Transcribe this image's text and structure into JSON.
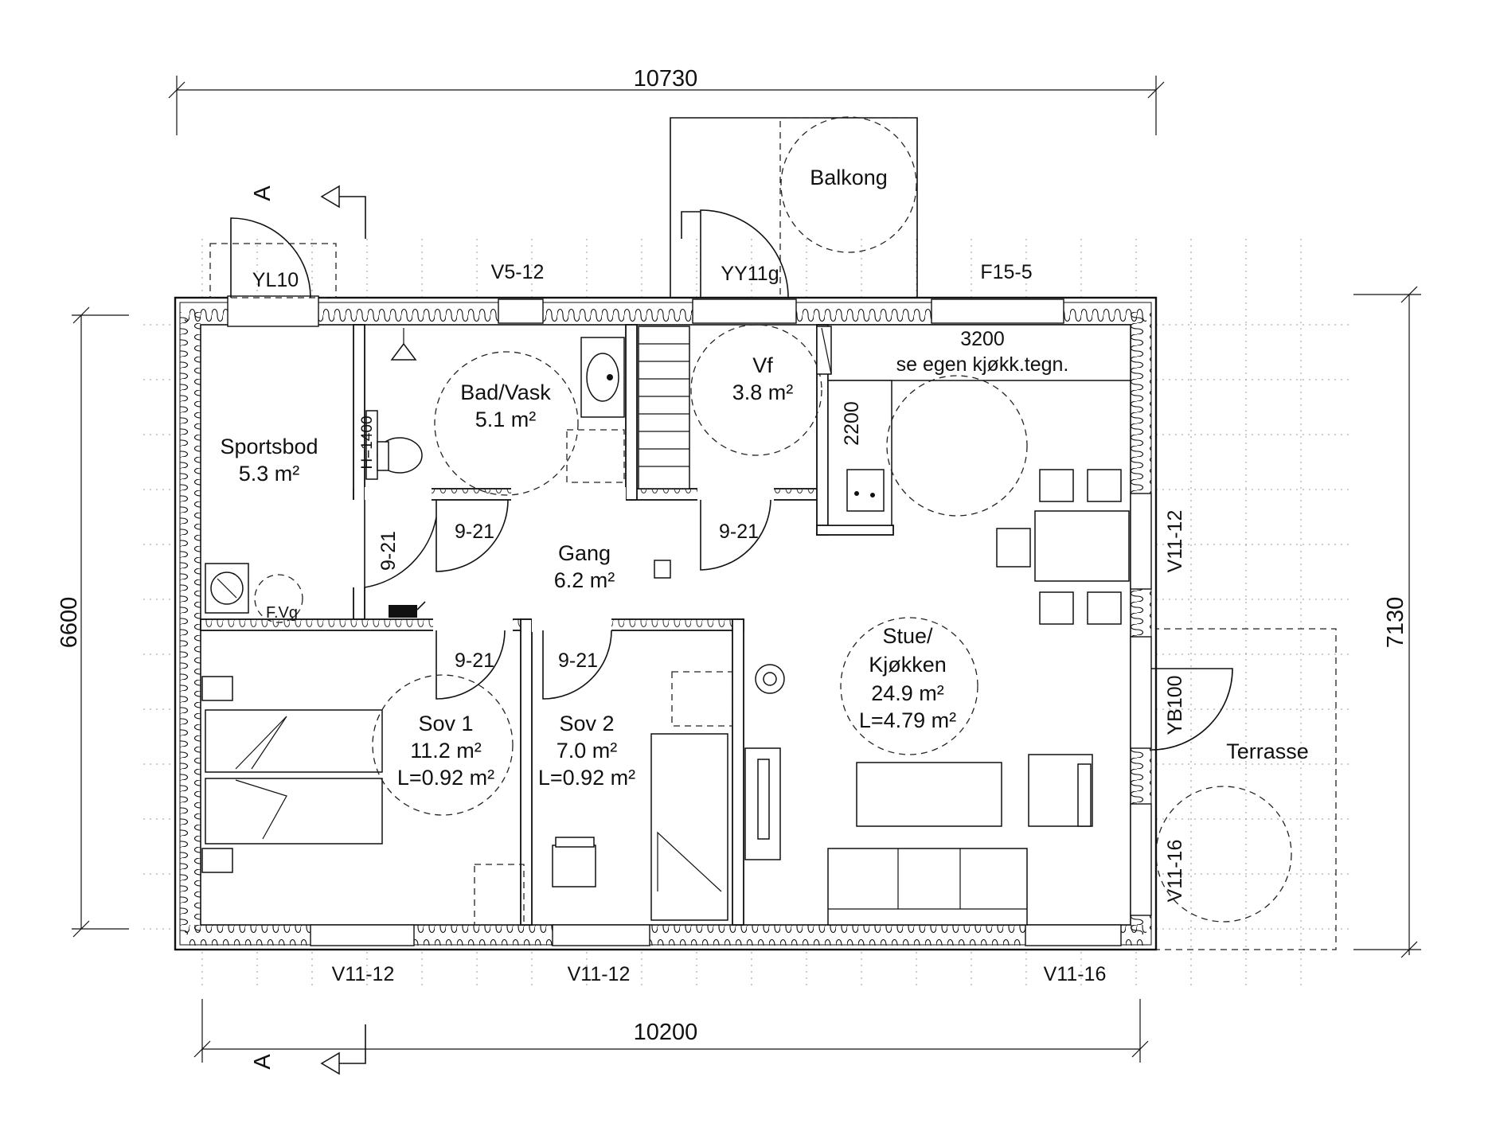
{
  "dimensions": {
    "top": "10730",
    "bottom": "10200",
    "left": "6600",
    "right": "7130",
    "kitchen_width": "3200",
    "kitchen_depth": "2200"
  },
  "notes": {
    "kitchen": "se egen kjøkk.tegn."
  },
  "section_marker": "A",
  "rooms": {
    "sportsbod": {
      "name": "Sportsbod",
      "area": "5.3 m²"
    },
    "bad": {
      "name": "Bad/Vask",
      "area": "5.1 m²"
    },
    "vf": {
      "name": "Vf",
      "area": "3.8 m²"
    },
    "gang": {
      "name": "Gang",
      "area": "6.2 m²"
    },
    "sov1": {
      "name": "Sov 1",
      "area": "11.2 m²",
      "storage": "L=0.92 m²"
    },
    "sov2": {
      "name": "Sov 2",
      "area": "7.0 m²",
      "storage": "L=0.92 m²"
    },
    "stue": {
      "name_line1": "Stue/",
      "name_line2": "Kjøkken",
      "area": "24.9 m²",
      "storage": "L=4.79 m²"
    },
    "balkong": {
      "name": "Balkong"
    },
    "terrasse": {
      "name": "Terrasse"
    }
  },
  "doors": {
    "entry_sportsbod": "YL10",
    "entry_vf": "YY11g",
    "terrace": "YB100",
    "interior": "9-21"
  },
  "windows": {
    "top_middle": "V5-12",
    "top_right": "F15-5",
    "bottom_left": "V11-12",
    "bottom_middle": "V11-12",
    "bottom_right": "V11-16",
    "right_upper": "V11-12",
    "right_lower": "V11-16"
  },
  "fixtures": {
    "toilet_height": "H=1400",
    "heat_pump": "F.Vg"
  }
}
